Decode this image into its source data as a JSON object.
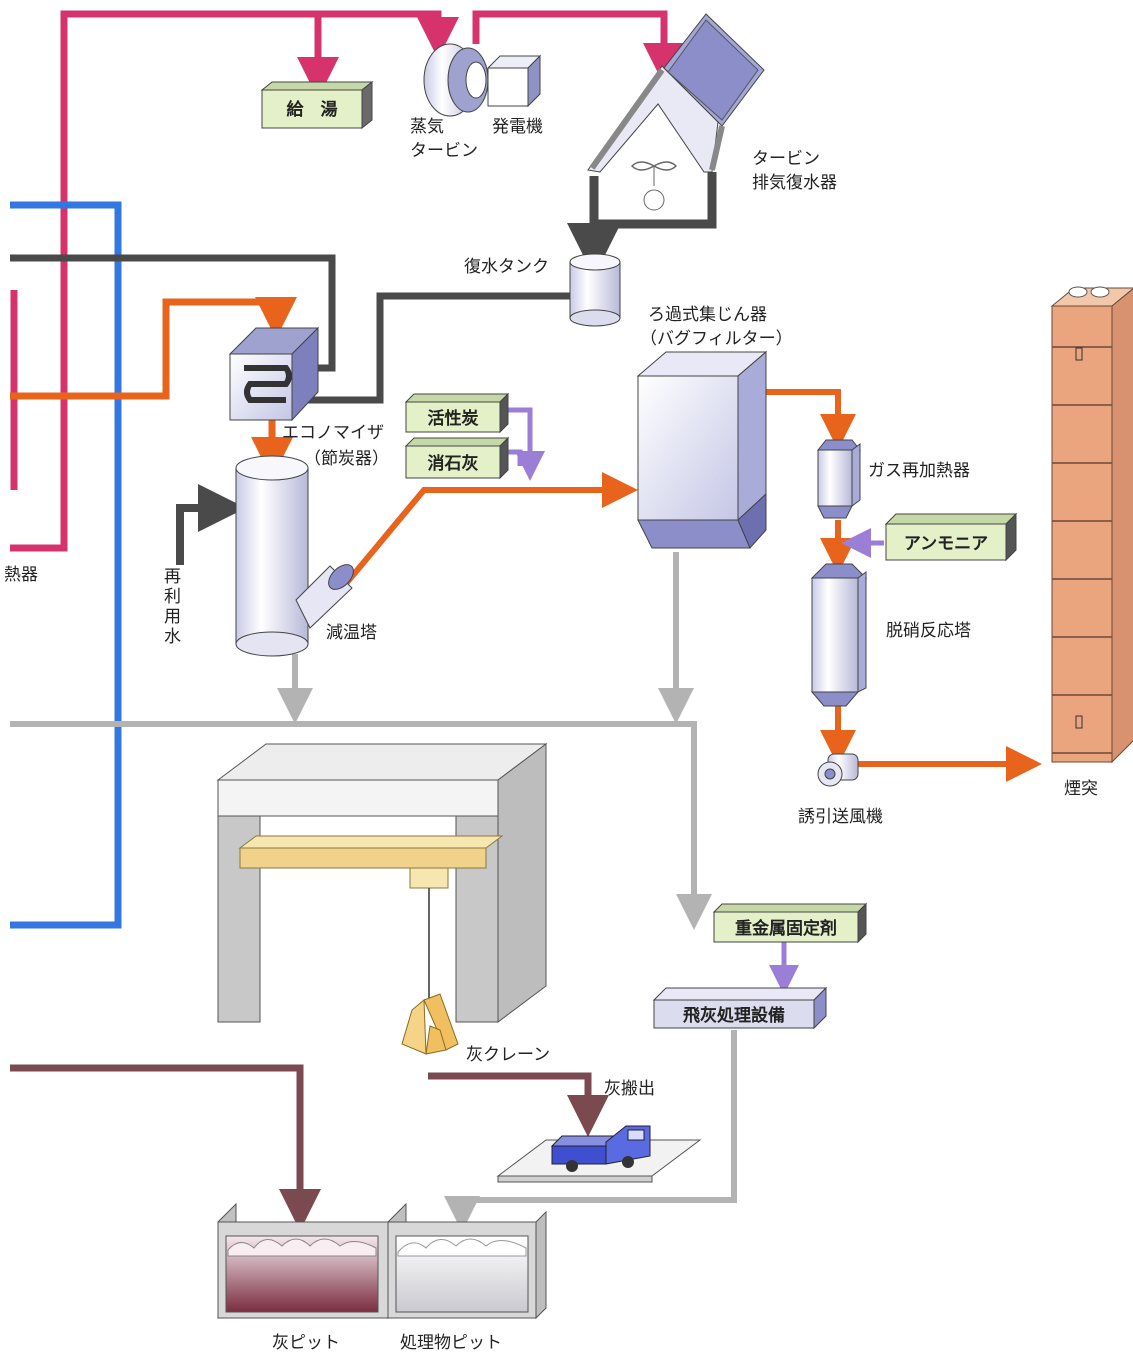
{
  "colors": {
    "steam_line": "#d6336c",
    "water_line": "#3377e0",
    "condensate_line": "#4a4a4a",
    "flue_gas_line": "#e8641c",
    "ash_line": "#b3b3b3",
    "bottom_ash_line": "#7a4a50",
    "chemical_line": "#9b7fd6",
    "chemical_box_fill": "#e3f0c8",
    "chimney_fill": "#e8a882"
  },
  "labels": {
    "hot_water_supply": "給　湯",
    "steam_turbine": [
      "蒸気",
      "タービン"
    ],
    "generator": "発電機",
    "turbine_condenser": [
      "タービン",
      "排気復水器"
    ],
    "condensate_tank": "復水タンク",
    "heat_exchanger_partial": "熱器",
    "economizer": [
      "エコノマイザ",
      "（節炭器）"
    ],
    "activated_carbon": "活性炭",
    "slaked_lime": "消石灰",
    "reuse_water": [
      "再",
      "利",
      "用",
      "水"
    ],
    "cooling_tower": "減温塔",
    "bag_filter": [
      "ろ過式集じん器",
      "（バグフィルター）"
    ],
    "gas_reheater": "ガス再加熱器",
    "ammonia": "アンモニア",
    "denitration_tower": "脱硝反応塔",
    "induced_draft_fan": "誘引送風機",
    "chimney": "煙突",
    "heavy_metal_fixer": "重金属固定剤",
    "fly_ash_treatment": "飛灰処理設備",
    "ash_crane": "灰クレーン",
    "ash_removal": "灰搬出",
    "ash_pit": "灰ピット",
    "treated_material_pit": "処理物ピット"
  }
}
